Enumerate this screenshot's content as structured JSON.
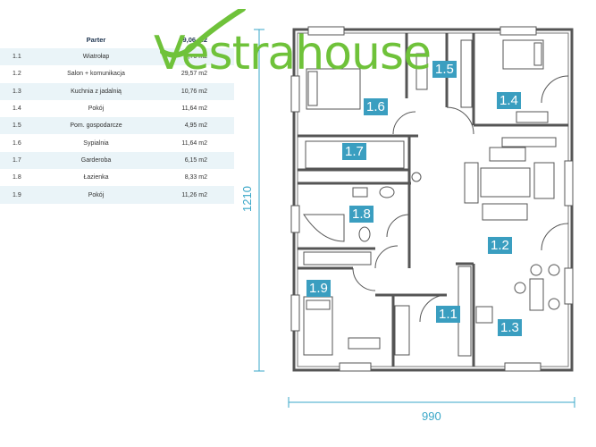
{
  "table": {
    "header": {
      "col1": "Parter",
      "col2": "99,06 m2"
    },
    "rows": [
      {
        "num": "1.1",
        "name": "Wiatrołap",
        "area": "3,76 m2"
      },
      {
        "num": "1.2",
        "name": "Salon + komunikacja",
        "area": "29,57 m2"
      },
      {
        "num": "1.3",
        "name": "Kuchnia z jadalnią",
        "area": "10,76 m2"
      },
      {
        "num": "1.4",
        "name": "Pokój",
        "area": "11,64 m2"
      },
      {
        "num": "1.5",
        "name": "Pom. gospodarcze",
        "area": "4,95 m2"
      },
      {
        "num": "1.6",
        "name": "Sypialnia",
        "area": "11,64 m2"
      },
      {
        "num": "1.7",
        "name": "Garderoba",
        "area": "6,15 m2"
      },
      {
        "num": "1.8",
        "name": "Łazienka",
        "area": "8,33 m2"
      },
      {
        "num": "1.9",
        "name": "Pokój",
        "area": "11,26 m2"
      }
    ]
  },
  "logo": {
    "text": "Vestrahouse"
  },
  "dimensions": {
    "height": "1210",
    "width": "990"
  },
  "room_labels": {
    "r11": "1.1",
    "r12": "1.2",
    "r13": "1.3",
    "r14": "1.4",
    "r15": "1.5",
    "r16": "1.6",
    "r17": "1.7",
    "r18": "1.8",
    "r19": "1.9"
  },
  "colors": {
    "accent": "#3a9ec0",
    "logo": "#6fc23a",
    "wall": "#555555",
    "table_stripe": "#eaf4f8"
  }
}
